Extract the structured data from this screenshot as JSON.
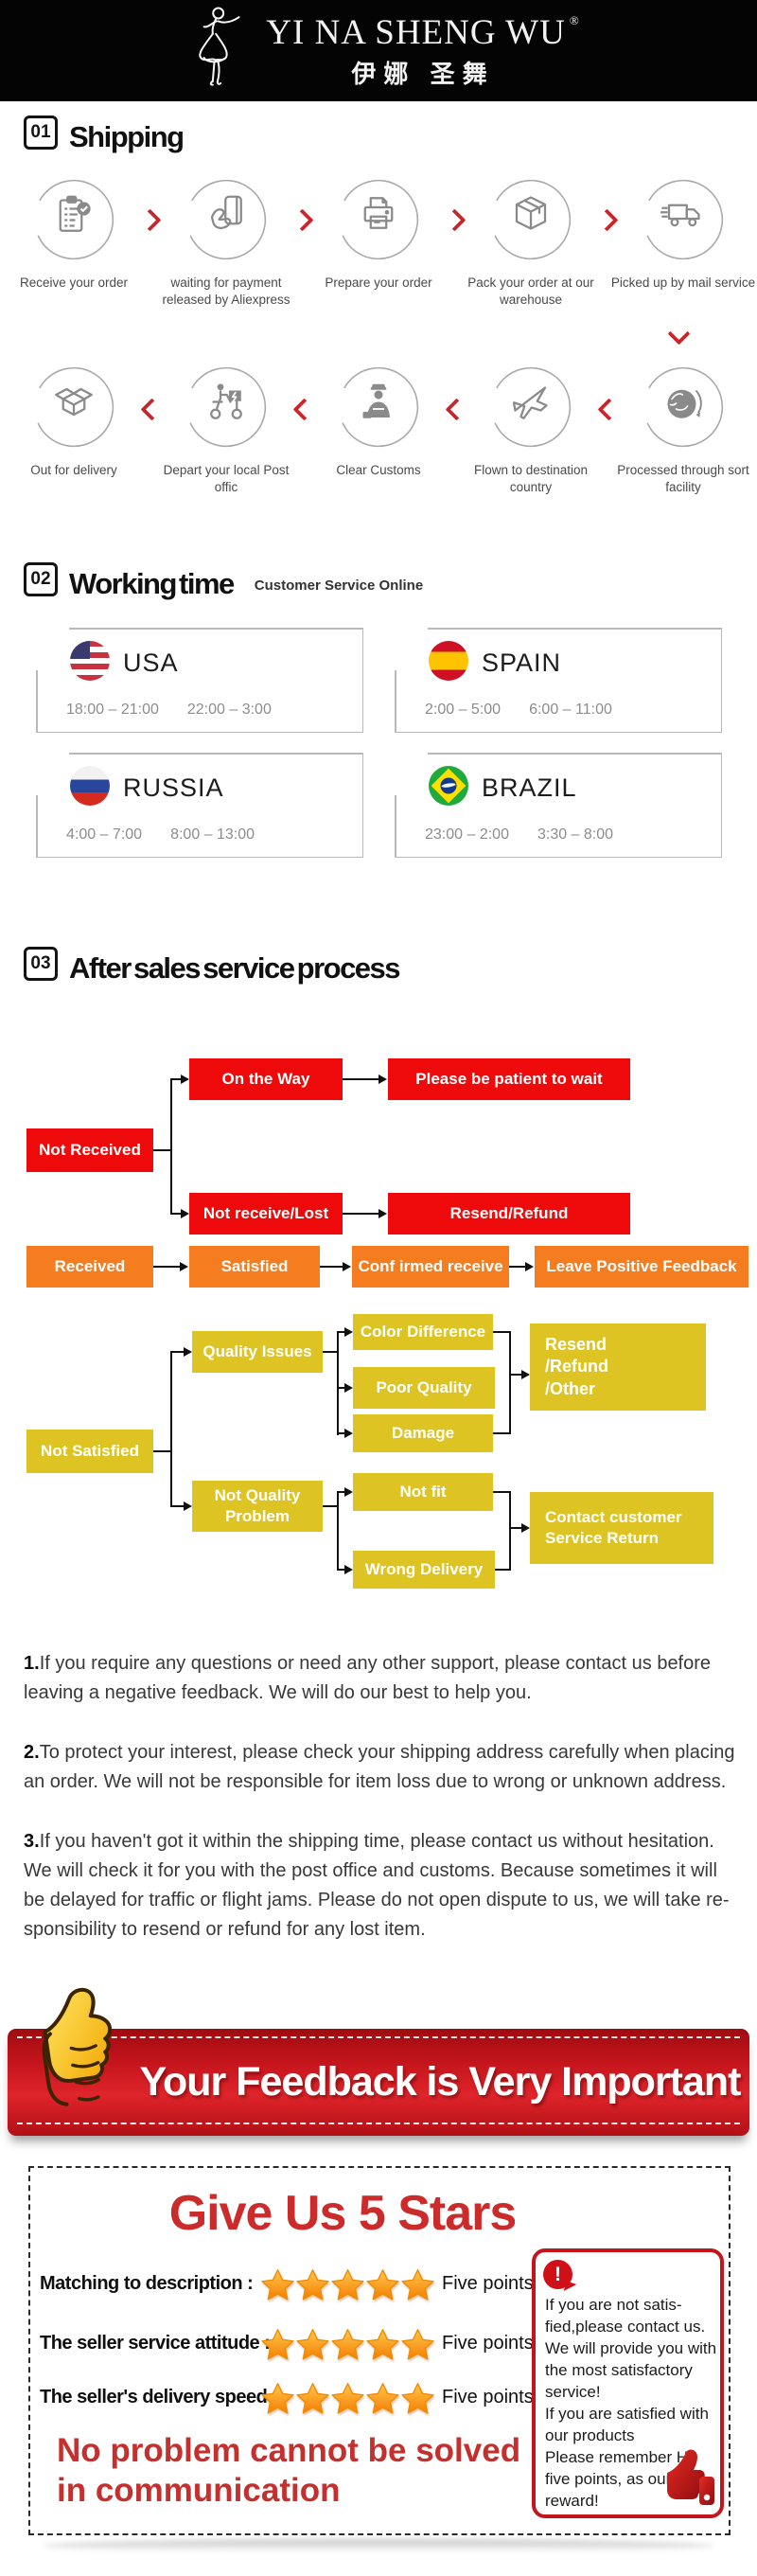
{
  "brand": {
    "name": "YI NA SHENG WU",
    "reg": "®",
    "cn": "伊娜 圣舞"
  },
  "sections": {
    "s1": {
      "num": "01",
      "title": "Shipping"
    },
    "s2": {
      "num": "02",
      "title": "Working time",
      "subtitle": "Customer Service Online"
    },
    "s3": {
      "num": "03",
      "title": "After sales service process"
    }
  },
  "shipping": {
    "row1": [
      {
        "icon": "order-checklist-icon",
        "label": "Receive your order"
      },
      {
        "icon": "payment-card-icon",
        "label": "waiting for payment released by Aliexpress"
      },
      {
        "icon": "printer-icon",
        "label": "Prepare your order"
      },
      {
        "icon": "package-box-icon",
        "label": "Pack your order at our warehouse"
      },
      {
        "icon": "mail-truck-icon",
        "label": "Picked up by mail service"
      }
    ],
    "row2": [
      {
        "icon": "open-box-icon",
        "label": "Out for delivery"
      },
      {
        "icon": "courier-scooter-icon",
        "label": "Depart your local Post offic"
      },
      {
        "icon": "customs-officer-icon",
        "label": "Clear Customs"
      },
      {
        "icon": "airplane-icon",
        "label": "Flown to destination country"
      },
      {
        "icon": "globe-icon",
        "label": "Processed through sort facility"
      }
    ]
  },
  "working_time": {
    "cards": [
      {
        "country": "USA",
        "times": [
          "18:00 – 21:00",
          "22:00 – 3:00"
        ]
      },
      {
        "country": "SPAIN",
        "times": [
          "2:00 – 5:00",
          "6:00 – 11:00"
        ]
      },
      {
        "country": "RUSSIA",
        "times": [
          "4:00 – 7:00",
          "8:00 – 13:00"
        ]
      },
      {
        "country": "BRAZIL",
        "times": [
          "23:00 – 2:00",
          "3:30 – 8:00"
        ]
      }
    ]
  },
  "flow": {
    "not_received": "Not Received",
    "on_the_way": "On the Way",
    "patient": "Please be patient to wait",
    "not_receive_lost": "Not receive/Lost",
    "resend_refund": "Resend/Refund",
    "received": "Received",
    "satisfied": "Satisfied",
    "confirmed": "Conf irmed receive",
    "leave_feedback": "Leave Positive Feedback",
    "color_diff": "Color Difference",
    "quality_issues": "Quality Issues",
    "poor_quality": "Poor Quality",
    "resend_refund_other": "Resend\n/Refund\n/Other",
    "damage": "Damage",
    "not_satisfied": "Not Satisfied",
    "not_fit": "Not fit",
    "not_quality_problem": "Not Quality\nProblem",
    "contact_return": "Contact customer\nService Return",
    "wrong_delivery": "Wrong Delivery"
  },
  "notes": [
    {
      "num": "1.",
      "text": "If you require any questions or need any other support, please contact us before leaving a negative feedback. We will do our best to help you."
    },
    {
      "num": "2.",
      "text": "To protect your interest, please check your shipping address carefully when placing an order. We will not be responsible for item loss due to wrong or unknown address."
    },
    {
      "num": "3.",
      "text": "If you haven't got it within the shipping time, please contact us without hesitation. We will check it for you with the post office and customs. Because sometimes it will be delayed for traffic or flight jams. Please do not open dispute to us, we will take re-sponsibility to resend or refund for any lost item."
    }
  ],
  "banner": {
    "text": "Your Feedback is Very Important"
  },
  "stars_section": {
    "title": "Give Us 5 Stars",
    "rows": [
      {
        "label": "Matching to description :",
        "points": "Five points"
      },
      {
        "label": "The seller service attitude :",
        "points": "Five points"
      },
      {
        "label": "The seller's delivery speed :",
        "points": "Five points"
      }
    ],
    "slogan": "No problem cannot be solved\n in communication",
    "info_bubble": "!",
    "info": "If you are not satis-\nfied,please contact us.\nWe will provide you with\nthe most satisfactory\nservice!\nIf you are satisfied with\nour products\nPlease remember Hit\nfive points, as our\nreward!"
  },
  "colors": {
    "flow_red": "#ee0a0a",
    "flow_orange": "#f57d1f",
    "flow_yellow": "#ddc422",
    "arrow_red": "#c9252d",
    "title_red": "#cc2b2b",
    "banner_red": "#c3141b",
    "star_orange": "#f57e00"
  }
}
